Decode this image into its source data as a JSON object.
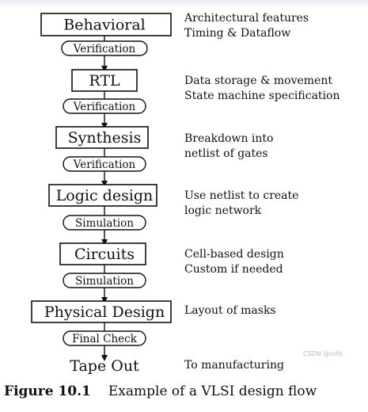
{
  "flow": {
    "steps": [
      {
        "label": "Behavioral",
        "check": "Verification",
        "notes": [
          "Architectural features",
          "Timing & Dataflow"
        ]
      },
      {
        "label": "RTL",
        "check": "Verification",
        "notes": [
          "Data storage & movement",
          "State machine specification"
        ]
      },
      {
        "label": "Synthesis",
        "check": "Verification",
        "notes": [
          "Breakdown into",
          "netlist of gates"
        ]
      },
      {
        "label": "Logic design",
        "check": "Simulation",
        "notes": [
          "Use netlist to create",
          "logic network"
        ]
      },
      {
        "label": "Circuits",
        "check": "Simulation",
        "notes": [
          "Cell-based design",
          "Custom if needed"
        ]
      },
      {
        "label": "Physical Design",
        "check": "Final Check",
        "notes": [
          "Layout of masks"
        ]
      }
    ],
    "end": {
      "label": "Tape Out",
      "note": "To manufacturing"
    }
  },
  "caption": {
    "figure": "Figure 10.1",
    "text": "Example of a VLSI design flow"
  },
  "watermark": "CSDN @rolls"
}
